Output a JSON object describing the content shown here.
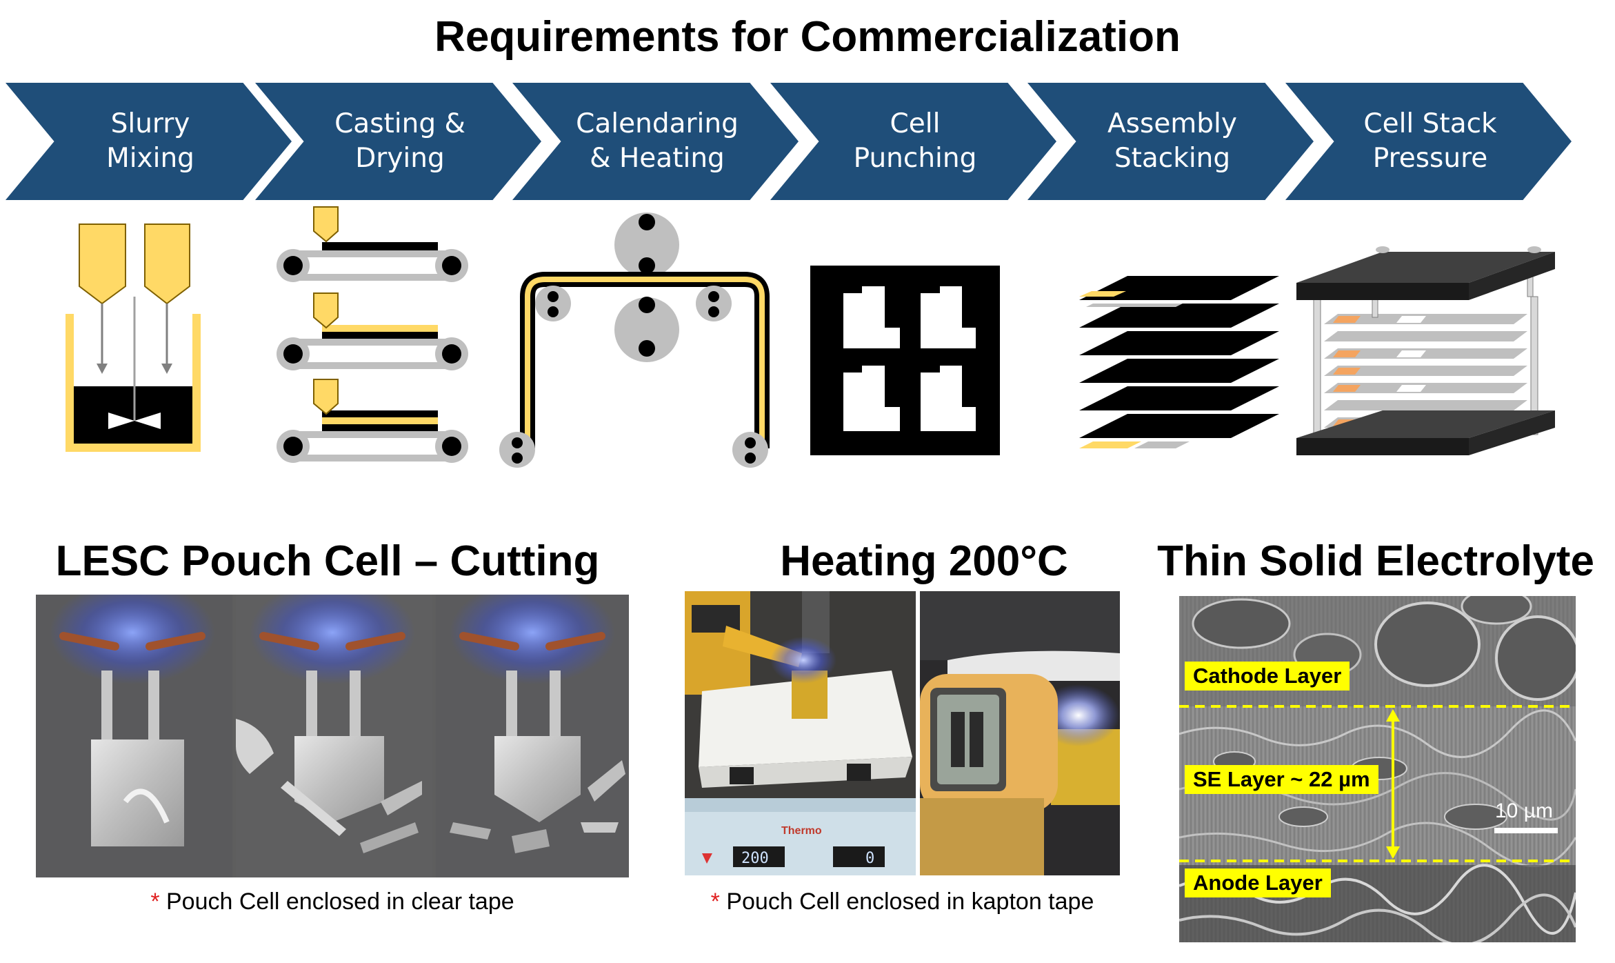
{
  "title": "Requirements for Commercialization",
  "steps": [
    {
      "label": "Slurry\nMixing"
    },
    {
      "label": "Casting &\nDrying"
    },
    {
      "label": "Calendaring\n& Heating"
    },
    {
      "label": "Cell\nPunching"
    },
    {
      "label": "Assembly\nStacking"
    },
    {
      "label": "Cell Stack\nPressure"
    }
  ],
  "sections": {
    "cutting": {
      "title": "LESC Pouch Cell – Cutting",
      "caption_star": "*",
      "caption_text": " Pouch Cell enclosed in clear tape"
    },
    "heating": {
      "title": "Heating 200°C",
      "caption_star": "*",
      "caption_text": " Pouch Cell enclosed in kapton tape",
      "hotplate_display_left": "200",
      "hotplate_display_right": "0",
      "brand": "Thermo"
    },
    "electrolyte": {
      "title": "Thin Solid Electrolyte",
      "cathode_label": "Cathode Layer",
      "se_label": "SE Layer ~ 22 µm",
      "anode_label": "Anode Layer",
      "scale_label": "10 µm"
    }
  },
  "colors": {
    "chevron": "#1f4e79",
    "accent_yellow": "#ffd966",
    "sem_label": "#ffff00"
  }
}
